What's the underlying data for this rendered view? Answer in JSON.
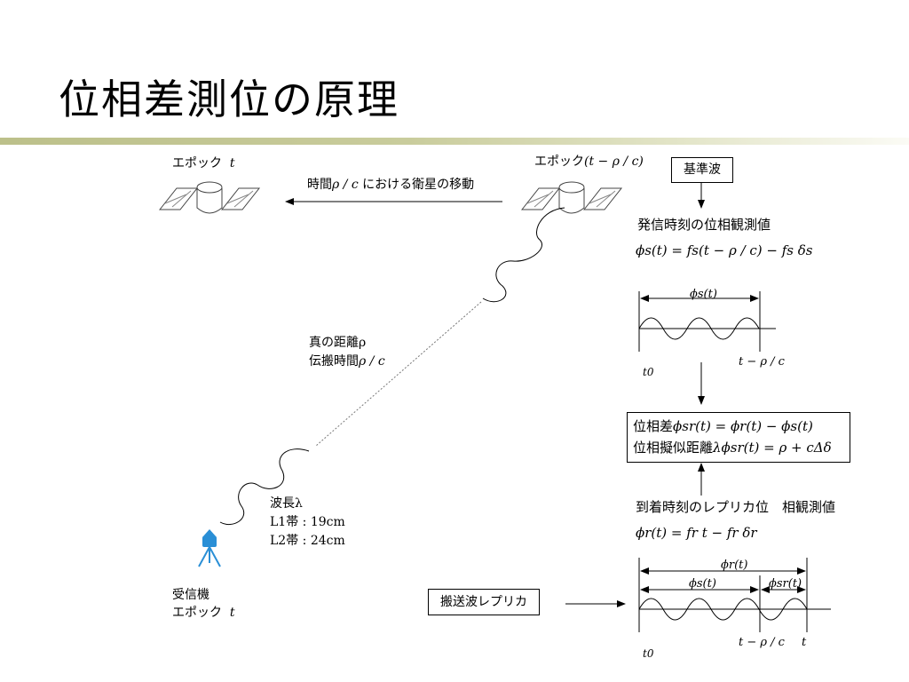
{
  "slide": {
    "title": "位相差測位の原理"
  },
  "satellites": {
    "left": {
      "label": "エポック",
      "time": "t"
    },
    "right": {
      "label": "エポック",
      "time": "(t − ρ / c)"
    }
  },
  "motion": {
    "prefix": "時間",
    "expr": "ρ / c",
    "suffix": "における衛星の移動"
  },
  "path": {
    "line1": "真の距離ρ",
    "line2_text": "伝搬時間",
    "line2_expr": "ρ / c"
  },
  "wave": {
    "label": "波長λ",
    "l1": "L1帯 : 19cm",
    "l2": "L2帯 : 24cm"
  },
  "receiver": {
    "label": "受信機",
    "epoch_label": "エポック",
    "epoch_time": "t"
  },
  "reference_box": {
    "label": "基準波"
  },
  "transmit": {
    "heading": "発信時刻の位相観測値",
    "formula": "ϕs(t) = fs(t − ρ / c) − fs δs",
    "wave_top_label": "ϕs(t)",
    "t0": "t0",
    "t_end": "t − ρ / c"
  },
  "phase_box": {
    "line1_text": "位相差",
    "line1_expr": "ϕsr(t) = ϕr(t) − ϕs(t)",
    "line2_text": "位相擬似距離",
    "line2_expr": "λϕsr(t) = ρ + cΔδ"
  },
  "receive": {
    "heading": "到着時刻のレプリカ位　相観測値",
    "formula": "ϕr(t) = fr t − fr δr",
    "top_label": "ϕr(t)",
    "mid_label": "ϕs(t)",
    "right_label": "ϕsr(t)",
    "t0": "t0",
    "t_mid": "t − ρ / c",
    "t_end": "t"
  },
  "carrier_box": {
    "label": "搬送波レプリカ"
  },
  "colors": {
    "receiver_icon": "#2a8fd6",
    "title_rule": "#bcc08a"
  }
}
